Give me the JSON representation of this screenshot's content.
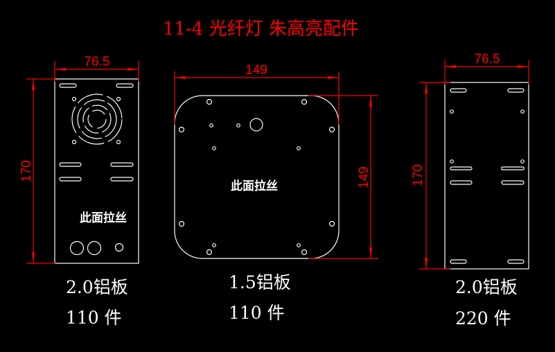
{
  "title": "11-4 光纤灯 朱高亮配件",
  "parts": [
    {
      "width_dim": "76.5",
      "height_dim": "170",
      "note": "此面拉丝",
      "material": "2.0铝板",
      "quantity": "110 件"
    },
    {
      "width_dim": "149",
      "height_dim": "149",
      "note": "此面拉丝",
      "material": "1.5铝板",
      "quantity": "110 件"
    },
    {
      "width_dim": "76.5",
      "height_dim": "170",
      "material": "2.0铝板",
      "quantity": "220 件"
    }
  ],
  "colors": {
    "background": "#000000",
    "geometry": "#ffffff",
    "dimension": "#ff0000"
  }
}
